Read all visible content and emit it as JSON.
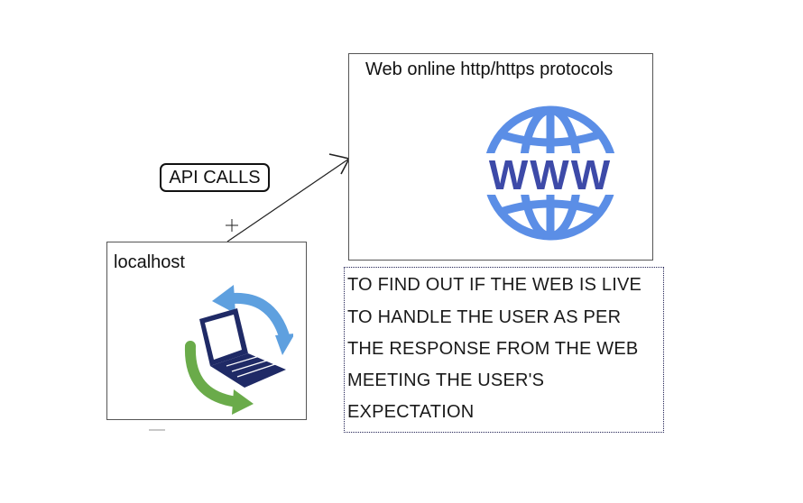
{
  "web_box": {
    "title": "Web online http/https protocols",
    "icon": "globe-www-icon",
    "icon_text": "WWW"
  },
  "api_label": "API CALLS",
  "local_box": {
    "title": "localhost",
    "icon": "laptop-sync-icon"
  },
  "note": {
    "lines": [
      "TO FIND OUT IF THE WEB IS LIVE",
      "TO HANDLE THE USER AS PER",
      "THE RESPONSE FROM THE WEB",
      "MEETING THE USER'S",
      "EXPECTATION"
    ]
  },
  "colors": {
    "globe": "#5b8ee6",
    "www_text": "#3d4aa8",
    "arrow_blue": "#5ea0df",
    "arrow_green": "#6aab4a",
    "laptop": "#1f2a66"
  }
}
